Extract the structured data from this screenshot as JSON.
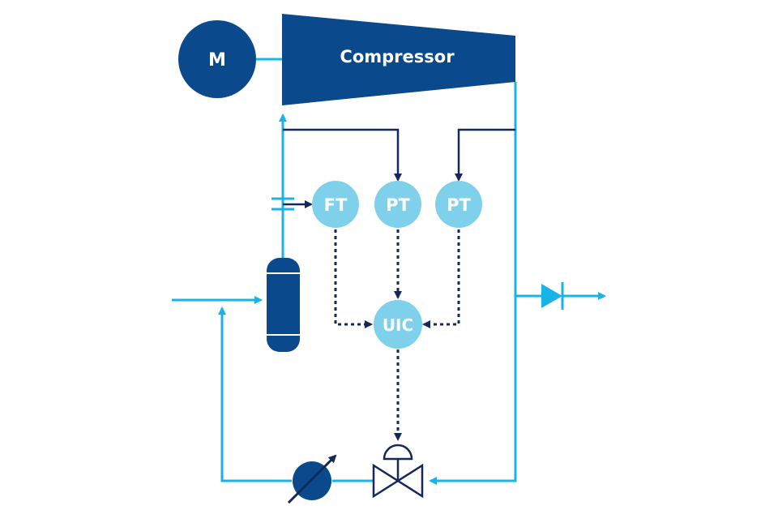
{
  "motor": {
    "label": "M"
  },
  "compressor": {
    "label": "Compressor"
  },
  "instruments": {
    "ft": "FT",
    "pt_suction": "PT",
    "pt_discharge": "PT",
    "uic": "UIC"
  },
  "colors": {
    "equipment_dark_blue": "#0a4a8c",
    "process_line": "#1ab3e6",
    "signal_line": "#16285a",
    "instrument_bubble": "#7fd0ea",
    "bubble_text": "#ffffff"
  },
  "icons": [
    "motor-icon",
    "compressor-icon",
    "separator-vessel-icon",
    "flow-orifice-icon",
    "check-valve-icon",
    "anti-surge-control-valve-icon",
    "cooler-icon"
  ]
}
